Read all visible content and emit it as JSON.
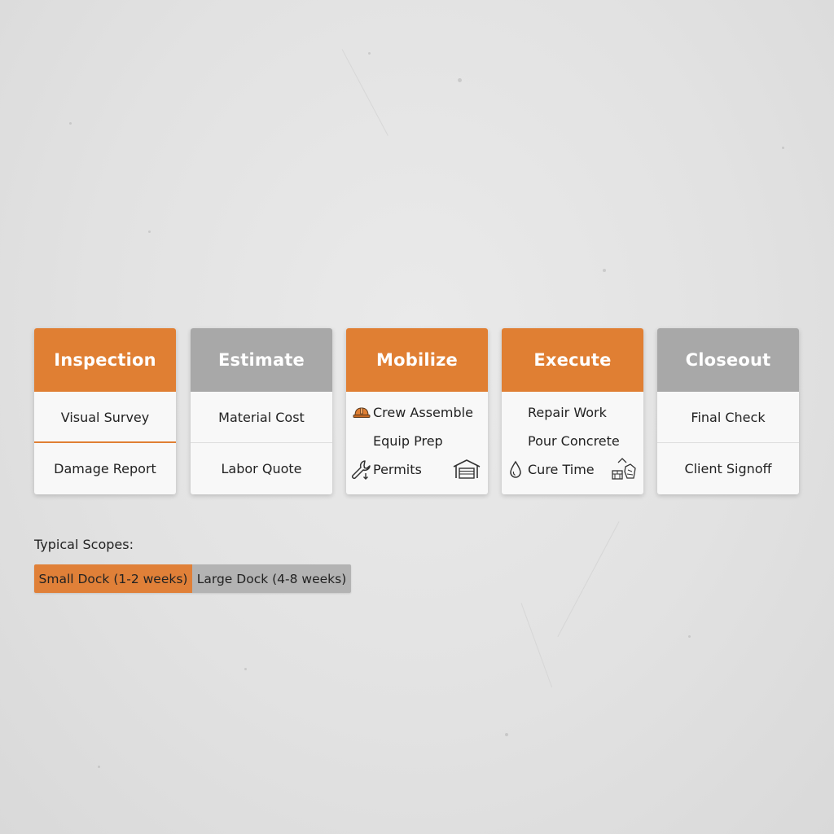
{
  "colors": {
    "accent": "#e07f33",
    "neutral": "#a8a8a8",
    "card_bg": "#f8f8f8",
    "background": "#e3e3e3"
  },
  "stages": [
    {
      "title": "Inspection",
      "style": "accent",
      "items": [
        "Visual Survey",
        "Damage Report"
      ]
    },
    {
      "title": "Estimate",
      "style": "neutral",
      "items": [
        "Material Cost",
        "Labor Quote"
      ]
    },
    {
      "title": "Mobilize",
      "style": "accent",
      "items": [
        "Crew Assemble",
        "Equip Prep",
        "Permits"
      ],
      "icons": [
        "hard-hat-icon",
        "wrench-icon",
        "garage-icon"
      ]
    },
    {
      "title": "Execute",
      "style": "accent",
      "items": [
        "Repair Work",
        "Pour Concrete",
        "Cure Time"
      ],
      "icons": [
        "water-drop-icon",
        "construction-materials-icon"
      ]
    },
    {
      "title": "Closeout",
      "style": "neutral",
      "items": [
        "Final Check",
        "Client Signoff"
      ]
    }
  ],
  "scopes": {
    "title": "Typical Scopes:",
    "small": "Small Dock (1-2 weeks)",
    "large": "Large Dock (4-8 weeks)"
  }
}
